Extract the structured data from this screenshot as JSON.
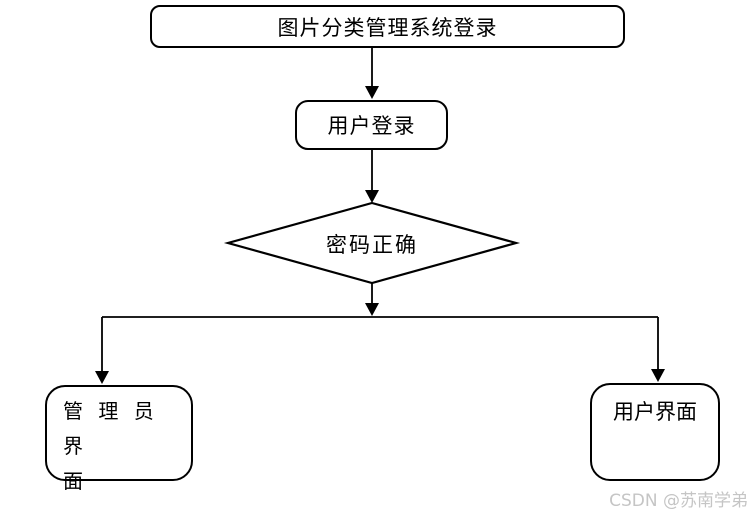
{
  "page": {
    "background_color": "#ffffff"
  },
  "flowchart": {
    "stroke_color": "#000000",
    "node_fill_color": "#ffffff",
    "nodes": {
      "start": {
        "label": "图片分类管理系统登录"
      },
      "login": {
        "label": "用户登录"
      },
      "decision": {
        "label": "密码正确"
      },
      "admin": {
        "lines": [
          "管 理 员 界",
          "面"
        ]
      },
      "user": {
        "label": "用户界面"
      }
    },
    "edges": [
      {
        "from": "start",
        "to": "login"
      },
      {
        "from": "login",
        "to": "decision"
      },
      {
        "from": "decision",
        "to": "admin"
      },
      {
        "from": "decision",
        "to": "user"
      }
    ]
  },
  "watermark": {
    "text": "CSDN @苏南学弟",
    "color": "#c5c5c5"
  }
}
